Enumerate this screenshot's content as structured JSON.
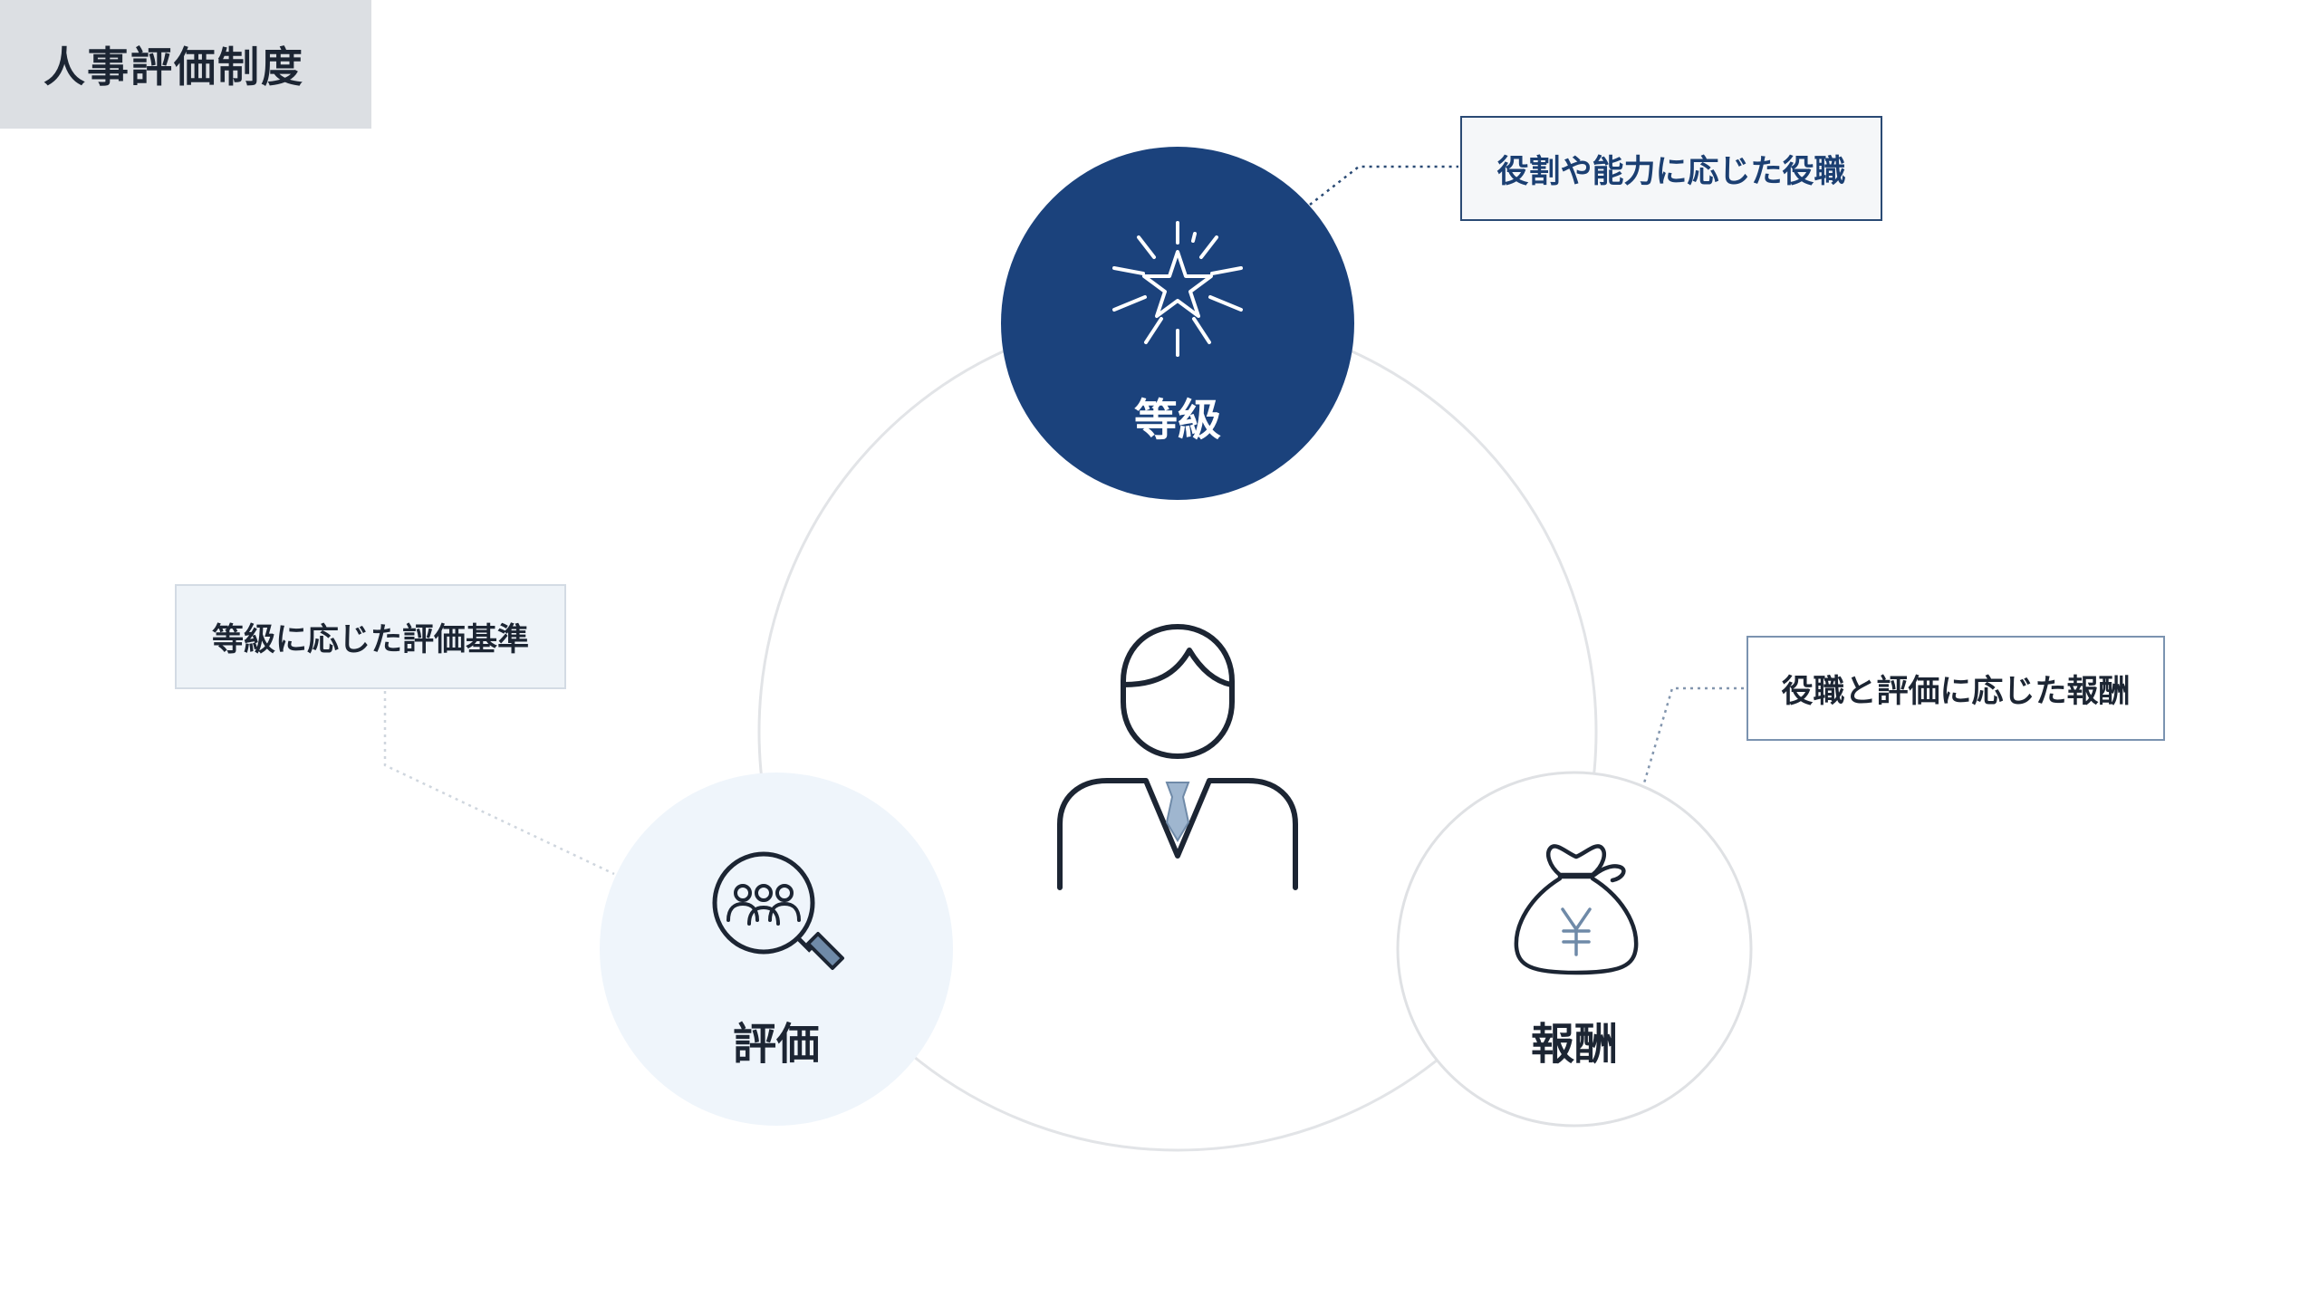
{
  "page": {
    "title": "人事評価制度"
  },
  "nodes": {
    "grade": {
      "label": "等級",
      "description": "役割や能力に応じた役職",
      "icon": "star-burst-icon",
      "color": "#1b427c"
    },
    "evaluation": {
      "label": "評価",
      "description": "等級に応じた評価基準",
      "icon": "magnifier-people-icon",
      "color": "#eff5fb"
    },
    "compensation": {
      "label": "報酬",
      "description": "役職と評価に応じた報酬",
      "icon": "yen-money-bag-icon",
      "color": "#ffffff"
    }
  },
  "center": {
    "icon": "person-icon"
  }
}
